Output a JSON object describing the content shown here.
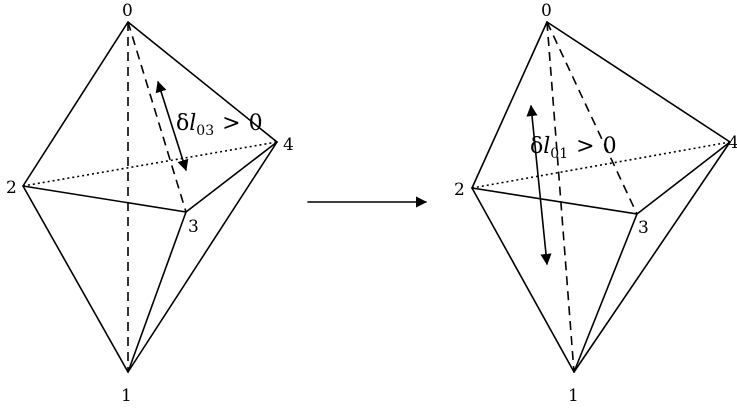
{
  "left_figure": {
    "vertex_labels": {
      "v0": "0",
      "v1": "1",
      "v2": "2",
      "v3": "3",
      "v4": "4"
    },
    "annotation": {
      "delta": "δ",
      "l": "l",
      "subscript": "03",
      "relation": ">",
      "value": "0"
    }
  },
  "right_figure": {
    "vertex_labels": {
      "v0": "0",
      "v1": "1",
      "v2": "2",
      "v3": "3",
      "v4": "4"
    },
    "annotation": {
      "delta": "δ",
      "l": "l",
      "subscript": "01",
      "relation": ">",
      "value": "0"
    }
  }
}
